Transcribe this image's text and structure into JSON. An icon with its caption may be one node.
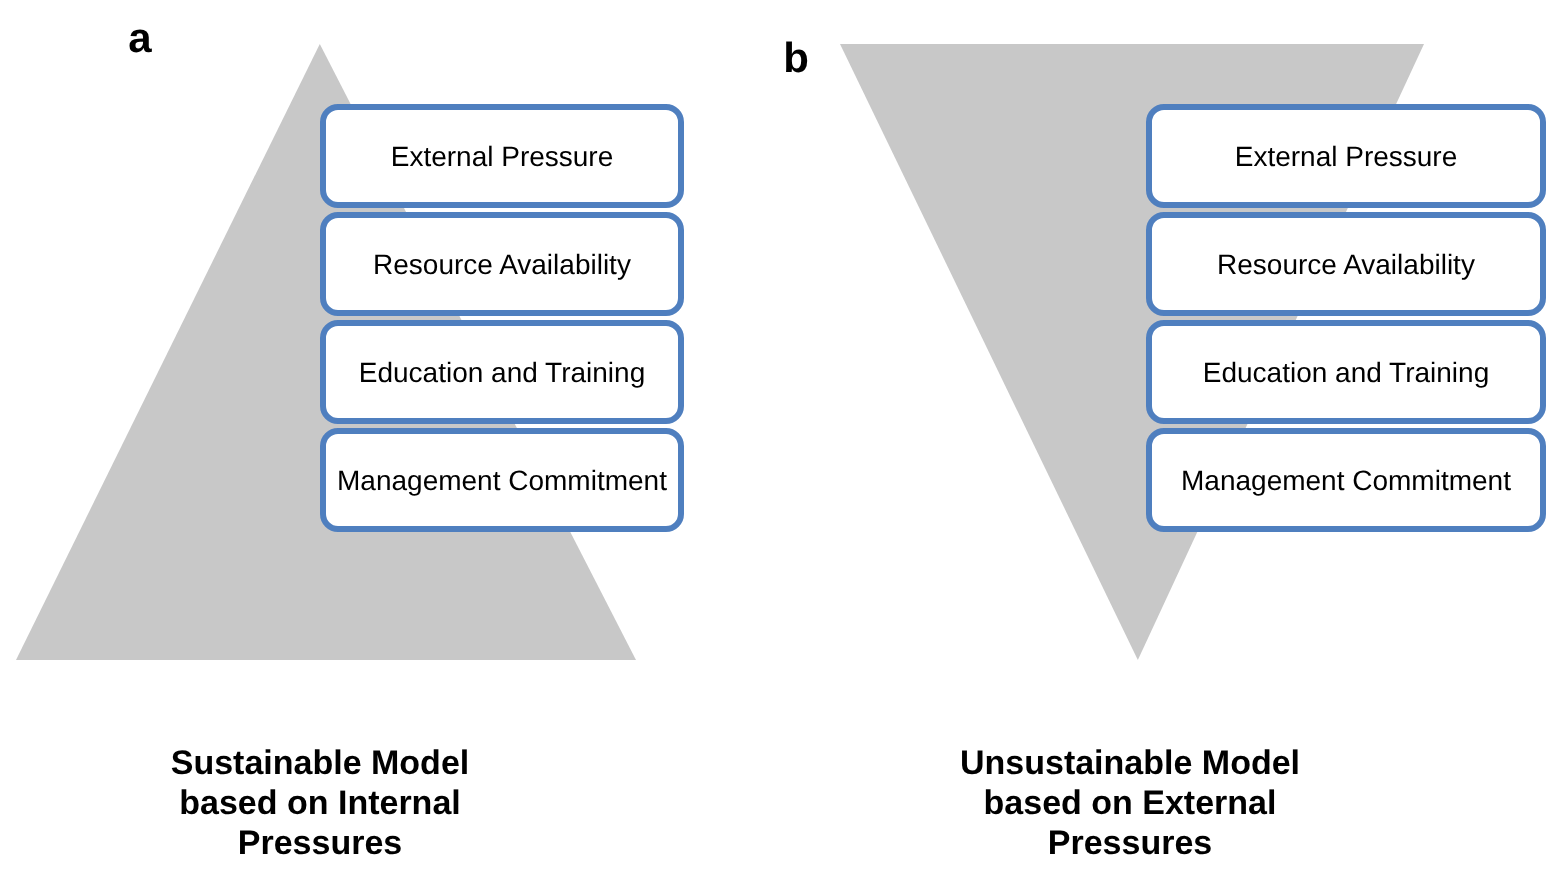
{
  "diagram": {
    "nodes": [
      {
        "text": [],
        "shape": "triangle"
      },
      {
        "text": [
          "External Pressure"
        ]
      },
      {
        "text": [
          "Resource Availability"
        ]
      },
      {
        "text": [
          "Education and Training"
        ]
      },
      {
        "text": [
          "Management Commitment"
        ]
      },
      {
        "text": [],
        "shape": "triangle"
      },
      {
        "text": [
          "External Pressure"
        ]
      },
      {
        "text": [
          "Resource Availability"
        ]
      },
      {
        "text": [
          "Education and Training"
        ]
      },
      {
        "text": [
          "Management Commitment"
        ]
      }
    ],
    "labels": [
      "a",
      "b",
      "Sustainable Model based on Internal Pressures",
      "Unsustainable Model based on External Pressures"
    ]
  }
}
